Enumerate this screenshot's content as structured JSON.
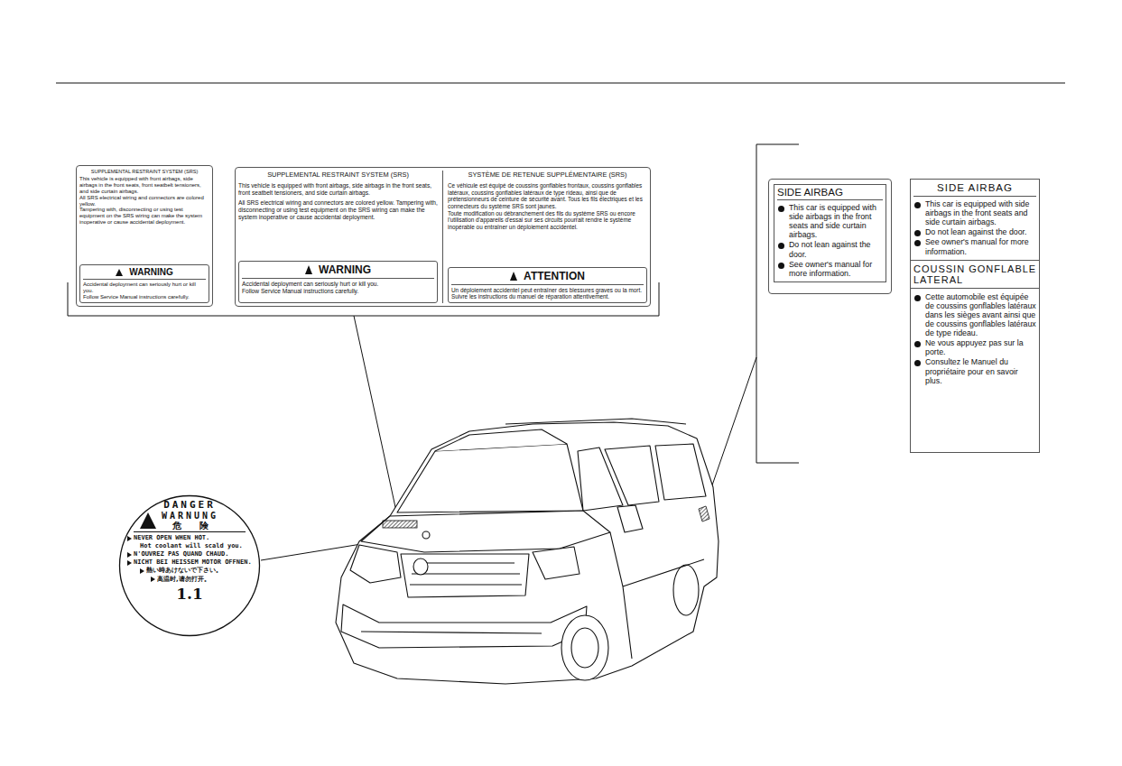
{
  "diagram": {
    "nodes": [
      {
        "text": [
          "SUPPLEMENTAL RESTRAINT SYSTEM (SRS)",
          "This vehicle is equipped with front airbags, side airbags in the front seats, front seatbelt tensioners, and side curtain airbags.",
          "All SRS electrical wiring and connectors are colored yellow.",
          "Tampering with, disconnecting or using test equipment on the SRS wiring can make the system inoperative or cause accidental deployment."
        ]
      },
      {
        "text": [
          "WARNING",
          "Accidental deployment can seriously hurt or kill you.",
          "Follow Service Manual instructions carefully."
        ],
        "in": 0
      },
      {
        "text": [
          "SUPPLEMENTAL RESTRAINT SYSTEM (SRS)",
          "This vehicle is equipped with front airbags, side airbags in the front seats, front seatbelt tensioners, and side curtain airbags.",
          "All SRS electrical wiring and connectors are colored yellow. Tampering with, disconnecting or using test equipment on the SRS wiring can make the system inoperative or cause accidental deployment.",
          "SYSTÈME DE RETENUE SUPPLÉMENTAIRE (SRS)",
          "Ce véhicule est équipé de coussins gonflables frontaux, coussins gonflables latéraux, coussins gonflables latéraux de type rideau, ainsi que de prétensionneurs de ceinture de sécurité avant. Tous les fils électriques et les connecteurs du système SRS sont jaunes.",
          "Toute modification ou débranchement des fils du système SRS ou encore l'utilisation d'appareils d'essai sur ses circuits pourrait rendre le système inopérable ou entraîner un déploiement accidentel."
        ]
      },
      {
        "text": [
          "WARNING",
          "Accidental deployment can seriously hurt or kill you.",
          "Follow Service Manual instructions carefully."
        ],
        "in": 2
      },
      {
        "text": [
          "ATTENTION",
          "Un déploiement accidentel peut entraîner des blessures graves ou la mort.",
          "Suivre les instructions du manuel de réparation attentivement."
        ],
        "in": 2
      },
      {
        "text": [
          "SIDE AIRBAG",
          "This car is equipped with side airbags in the front seats and side curtain airbags.",
          "Do not lean against the door.",
          "See owner's manual for more information."
        ]
      },
      {
        "text": [
          "SIDE AIRBAG",
          "This car is equipped with side airbags in the front seats and side curtain airbags.",
          "Do not lean against the door.",
          "See owner's manual for more information.",
          "COUSSIN GONFLABLE LATERAL",
          "Cette automobile est équipée de coussins gonflables latéraux dans les sièges avant ainsi que de coussins gonflables latéraux de type rideau.",
          "Ne vous appuyez pas sur la porte.",
          "Consultez le Manuel du propriétaire pour en savoir plus."
        ]
      },
      {
        "text": [
          "DANGER",
          "WARNUNG",
          "危　　険",
          "NEVER OPEN WHEN HOT.",
          "Hot coolant will scald you.",
          "N'OUVREZ PAS QUAND CHAUD.",
          "NICHT BEI HEISSEM MOTOR OFFNEN.",
          "熱い時あけないで下さい。",
          "高温时,请勿打开。",
          "1.1"
        ]
      }
    ]
  }
}
